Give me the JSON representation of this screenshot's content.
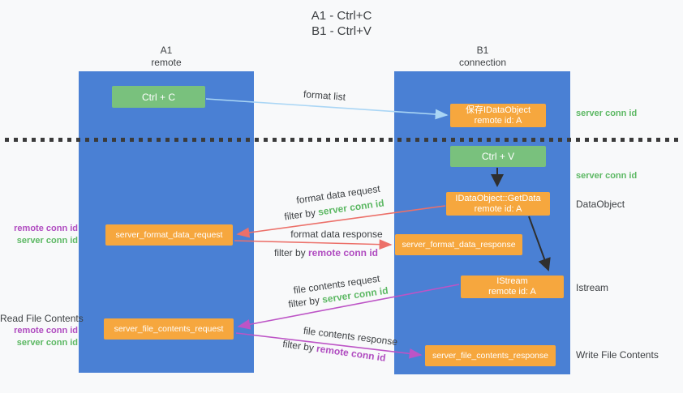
{
  "title": {
    "line1": "A1 - Ctrl+C",
    "line2": "B1 - Ctrl+V"
  },
  "columns": {
    "left": {
      "name": "A1",
      "role": "remote"
    },
    "right": {
      "name": "B1",
      "role": "connection"
    }
  },
  "nodes": {
    "ctrl_c": {
      "label": "Ctrl + C"
    },
    "save_dataobject": {
      "line1": "保存IDataObject",
      "line2": "remote id: A"
    },
    "ctrl_v": {
      "label": "Ctrl + V"
    },
    "getdata": {
      "line1": "IDataObject::GetData",
      "line2": "remote id: A"
    },
    "format_request": {
      "label": "server_format_data_request"
    },
    "format_response": {
      "label": "server_format_data_response"
    },
    "istream": {
      "line1": "IStream",
      "line2": "remote id: A"
    },
    "file_request": {
      "label": "server_file_contents_request"
    },
    "file_response": {
      "label": "server_file_contents_response"
    }
  },
  "flow_labels": {
    "format_list": "format list",
    "format_data_request": "format data request",
    "filter_by_server_1": {
      "prefix": "filter by ",
      "highlight": "server conn id"
    },
    "format_data_response": "format data response",
    "filter_by_remote_1": {
      "prefix": "filter by ",
      "highlight": "remote conn id"
    },
    "file_contents_request": "file contents request",
    "filter_by_server_2": {
      "prefix": "filter by ",
      "highlight": "server conn id"
    },
    "file_contents_response": "file contents response",
    "filter_by_remote_2": {
      "prefix": "filter by ",
      "highlight": "remote conn id"
    }
  },
  "left_labels": {
    "format": {
      "remote_conn_id": "remote conn id",
      "server_conn_id": "server conn id"
    },
    "file": {
      "title": "Read File Contents",
      "remote_conn_id": "remote conn id",
      "server_conn_id": "server conn id"
    }
  },
  "right_labels": {
    "server_conn_id_top": "server conn id",
    "server_conn_id_mid": "server conn id",
    "dataobject": "DataObject",
    "istream": "Istream",
    "write_file_contents": "Write File Contents"
  },
  "colors": {
    "column_blue": "#4a80d4",
    "node_green": "#79c17d",
    "node_orange": "#f6a73e",
    "arrow_salmon": "#ec7069",
    "arrow_magenta": "#bd54c6",
    "arrow_lightblue": "#aad6f5",
    "arrow_black": "#2f2f2f",
    "text_green": "#5cb863",
    "text_purple": "#b04cc0",
    "text_dark": "#3d4043",
    "background": "#f8f9fa"
  }
}
